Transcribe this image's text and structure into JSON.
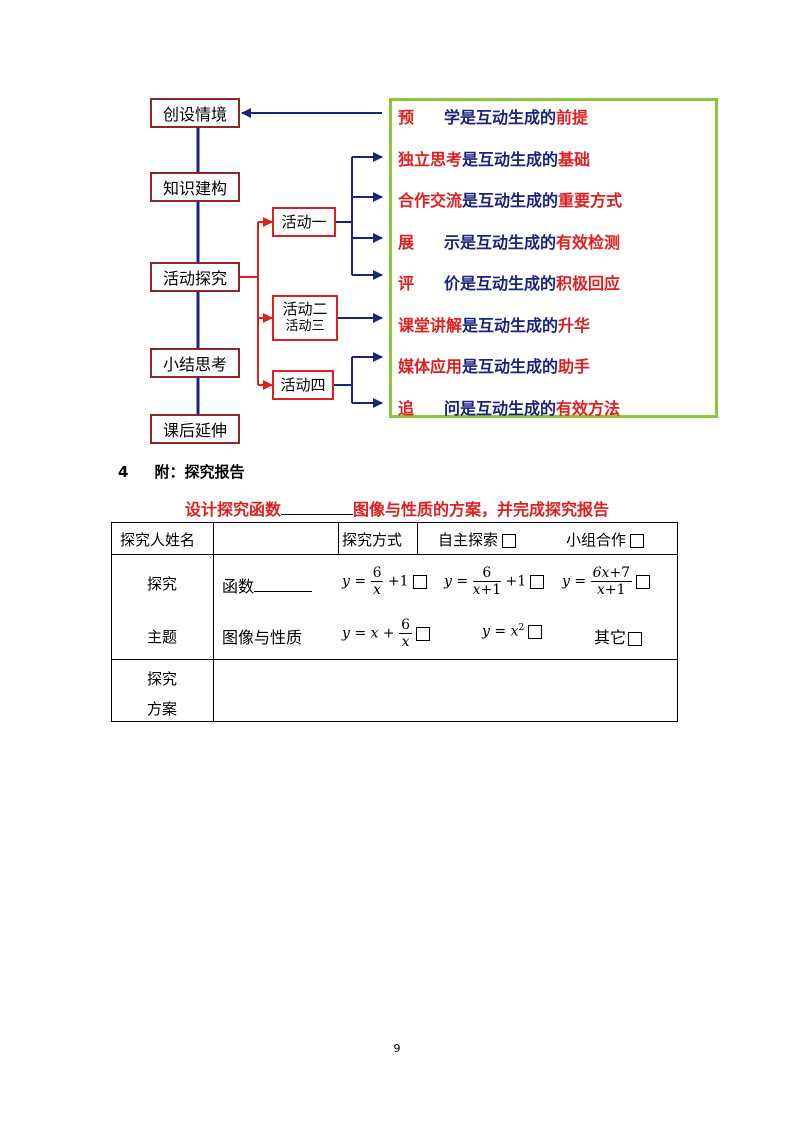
{
  "diagram": {
    "left_boxes": [
      "创设情境",
      "知识建构",
      "活动探究",
      "小结思考",
      "课后延伸"
    ],
    "activities": {
      "a1": "活动一",
      "a2_line1": "活动二",
      "a2_line2": "活动三",
      "a4": "活动四"
    },
    "right_items": [
      {
        "a": "预",
        "gap": true,
        "b": "学是互动生成的",
        "c": "前提"
      },
      {
        "a": "独立思考",
        "gap": false,
        "b": "是互动生成的",
        "c": "基础"
      },
      {
        "a": "合作交流",
        "gap": false,
        "b": "是互动生成的",
        "c": "重要方式"
      },
      {
        "a": "展",
        "gap": true,
        "b": "示是互动生成的",
        "c": "有效检测"
      },
      {
        "a": "评",
        "gap": true,
        "b": "价是互动生成的",
        "c": "积极回应"
      },
      {
        "a": "课堂讲解",
        "gap": false,
        "b": "是互动生成的",
        "c": "升华"
      },
      {
        "a": "媒体应用",
        "gap": false,
        "b": "是互动生成的",
        "c": "助手"
      },
      {
        "a": "追",
        "gap": true,
        "b": "问是互动生成的",
        "c": "有效方法"
      }
    ]
  },
  "section": {
    "number": "4",
    "title": "附：探究报告"
  },
  "design_title": {
    "before": "设计探究函数",
    "after": "图像与性质的方案，并完成探究报告"
  },
  "table": {
    "r1": {
      "name_label": "探究人姓名",
      "method_label": "探究方式",
      "opt1": "自主探索",
      "opt2": "小组合作"
    },
    "topic_label_1": "探究",
    "topic_label_2": "主题",
    "func_label": "函数",
    "prop_label": "图像与性质",
    "other_label": "其它",
    "plan_label_1": "探究",
    "plan_label_2": "方案"
  },
  "page_number": "9"
}
